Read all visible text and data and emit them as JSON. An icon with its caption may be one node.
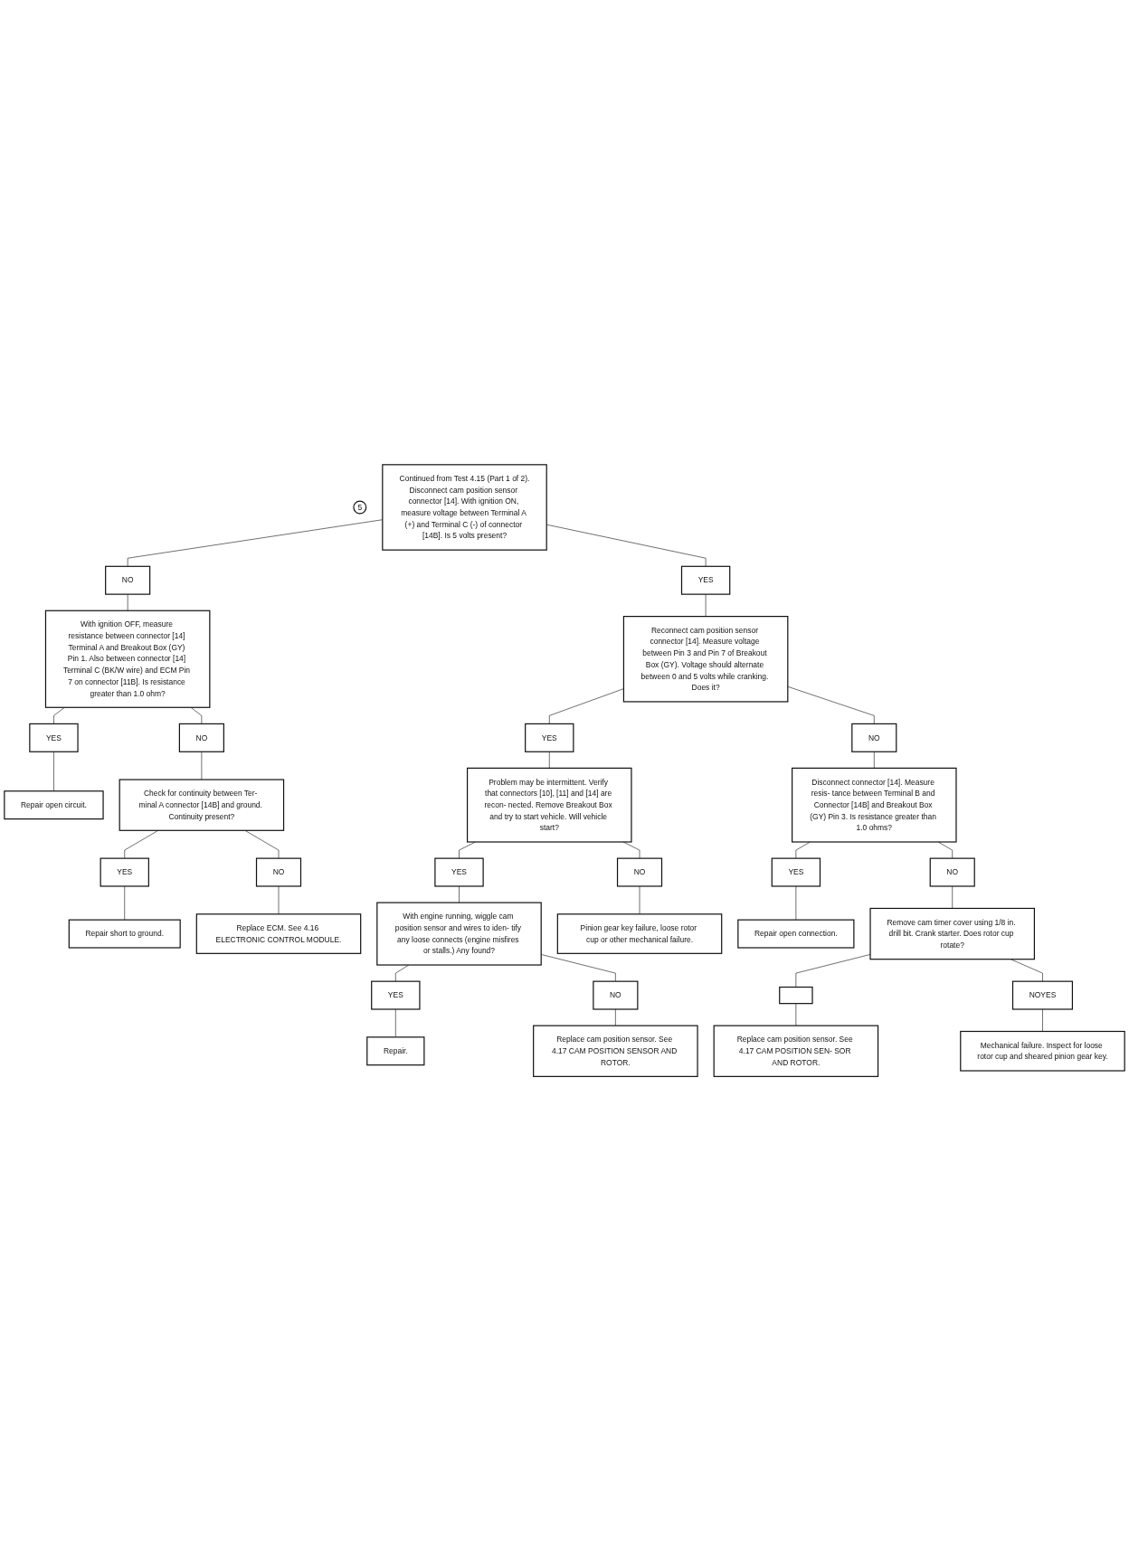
{
  "diagram": {
    "nodes": [
      {
        "text": [
          "5"
        ]
      },
      {
        "text": [
          "Continued from Test 4.15 (Part 1 of 2).",
          "Disconnect cam position sensor connector [14]. With ignition ON, measure voltage between Terminal A (+) and Terminal C (-) of connector [14B]. Is 5 volts present?"
        ]
      },
      {
        "text": [
          "YES"
        ]
      },
      {
        "text": [
          "NO"
        ]
      },
      {
        "text": [
          "Reconnect cam position sensor connector [14]. Measure voltage between Pin 3 and Pin 7 of Breakout Box (GY). Voltage should alternate between 0 and 5 volts while cranking. Does it?"
        ]
      },
      {
        "text": [
          "With ignition OFF, measure resistance between connector [14] Terminal A and Breakout Box (GY) Pin 1. Also between connector [14] Terminal C (BK/W wire) and ECM Pin 7 on connector [11B]. Is resistance greater than 1.0 ohm?"
        ]
      },
      {
        "text": [
          "YES"
        ]
      },
      {
        "text": [
          "NO"
        ]
      },
      {
        "text": [
          "Repair open circuit."
        ]
      },
      {
        "text": [
          "Check for continuity between Ter- minal A connector [14B] and ground. Continuity present?"
        ]
      },
      {
        "text": [
          "YES"
        ]
      },
      {
        "text": [
          "NO"
        ]
      },
      {
        "text": [
          "Repair short to ground."
        ]
      },
      {
        "text": [
          "Replace ECM. See 4.16 ELECTRONIC CONTROL MODULE."
        ]
      },
      {
        "text": [
          "YES"
        ]
      },
      {
        "text": [
          "NO"
        ]
      },
      {
        "text": [
          "Problem may be intermittent. Verify that connectors [10], [11] and [14] are recon- nected. Remove Breakout Box and try to start vehicle. Will vehicle start?"
        ]
      },
      {
        "text": [
          "Disconnect connector [14]. Measure resis- tance between Terminal B and Connector [14B] and Breakout Box (GY) Pin 3. Is resistance greater than 1.0 ohms?"
        ]
      },
      {
        "text": [
          "YES"
        ]
      },
      {
        "text": [
          "NO"
        ]
      },
      {
        "text": [
          "With engine running, wiggle cam position sensor and wires to iden- tify any loose connects (engine misfires or stalls.) Any found?"
        ]
      },
      {
        "text": [
          "Pinion gear key failure, loose rotor cup or other mechanical failure."
        ]
      },
      {
        "text": [
          "YES"
        ]
      },
      {
        "text": [
          "NO"
        ]
      },
      {
        "text": [
          "Repair open connection."
        ]
      },
      {
        "text": [
          "Remove cam timer cover using 1/8 in. drill bit. Crank starter. Does rotor cup rotate?"
        ]
      },
      {
        "text": [
          "YES"
        ]
      },
      {
        "text": [
          "NO"
        ]
      },
      {
        "text": [
          "Repair."
        ]
      },
      {
        "text": [
          "Replace cam position sensor. See 4.17 CAM POSITION SENSOR AND ROTOR."
        ]
      },
      {
        "text": [],
        "shape": "box"
      },
      {
        "text": [
          "NOYES"
        ]
      },
      {
        "text": [
          "Replace cam position sensor. See 4.17 CAM POSITION SEN- SOR AND ROTOR."
        ]
      },
      {
        "text": [
          "Mechanical failure. Inspect for loose rotor cup and sheared pinion gear key."
        ]
      }
    ],
    "edges": [
      {
        "from": 1,
        "to": 2,
        "arrow": "none"
      },
      {
        "from": 1,
        "to": 3,
        "arrow": "none"
      },
      {
        "from": 2,
        "to": 4,
        "arrow": "none"
      },
      {
        "from": 3,
        "to": 5,
        "arrow": "none"
      },
      {
        "from": 5,
        "to": 6,
        "arrow": "none"
      },
      {
        "from": 5,
        "to": 7,
        "arrow": "none"
      },
      {
        "from": 6,
        "to": 8,
        "arrow": "none"
      },
      {
        "from": 7,
        "to": 9,
        "arrow": "none"
      },
      {
        "from": 9,
        "to": 10,
        "arrow": "none"
      },
      {
        "from": 9,
        "to": 11,
        "arrow": "none"
      },
      {
        "from": 10,
        "to": 12,
        "arrow": "none"
      },
      {
        "from": 11,
        "to": 13,
        "arrow": "none"
      },
      {
        "from": 4,
        "to": 14,
        "arrow": "none"
      },
      {
        "from": 4,
        "to": 15,
        "arrow": "none"
      },
      {
        "from": 14,
        "to": 16,
        "arrow": "none"
      },
      {
        "from": 15,
        "to": 17,
        "arrow": "none"
      },
      {
        "from": 16,
        "to": 18,
        "arrow": "none"
      },
      {
        "from": 16,
        "to": 19,
        "arrow": "none"
      },
      {
        "from": 18,
        "to": 20,
        "arrow": "none"
      },
      {
        "from": 19,
        "to": 21,
        "arrow": "none"
      },
      {
        "from": 17,
        "to": 22,
        "arrow": "none"
      },
      {
        "from": 17,
        "to": 23,
        "arrow": "none"
      },
      {
        "from": 22,
        "to": 24,
        "arrow": "none"
      },
      {
        "from": 23,
        "to": 25,
        "arrow": "none"
      },
      {
        "from": 20,
        "to": 26,
        "arrow": "none"
      },
      {
        "from": 20,
        "to": 27,
        "arrow": "none"
      },
      {
        "from": 26,
        "to": 28,
        "arrow": "none"
      },
      {
        "from": 27,
        "to": 29,
        "arrow": "none"
      },
      {
        "from": 25,
        "to": 30,
        "arrow": "none"
      },
      {
        "from": 25,
        "to": 31,
        "arrow": "none"
      },
      {
        "from": 30,
        "to": 32,
        "arrow": "none"
      },
      {
        "from": 31,
        "to": 33,
        "arrow": "none"
      }
    ]
  }
}
